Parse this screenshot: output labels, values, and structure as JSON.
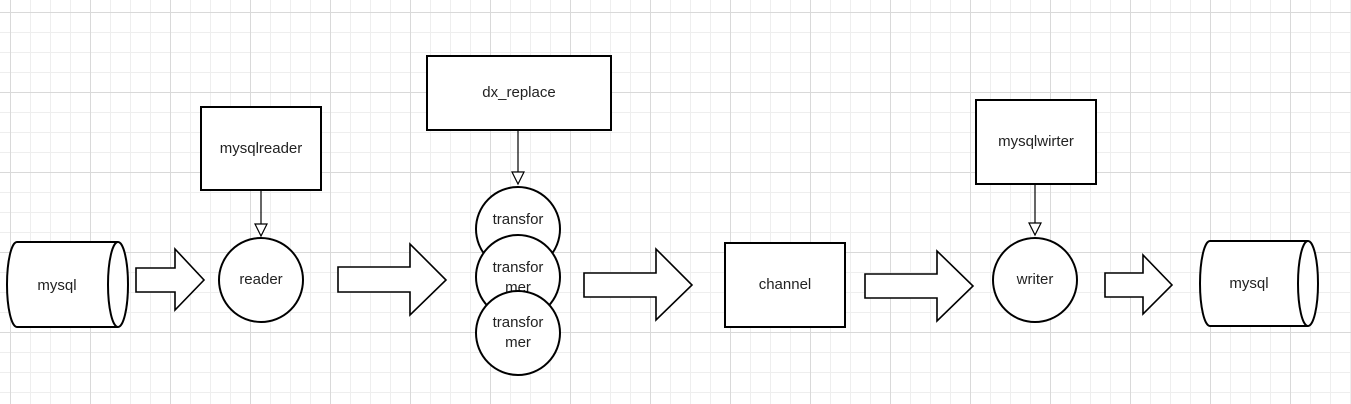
{
  "nodes": {
    "db_source": "mysql",
    "reader": "reader",
    "mysqlreader": "mysqlreader",
    "dx_replace": "dx_replace",
    "transformer_1": "transfor",
    "transformer_2_line1": "transfor",
    "transformer_2_line2": "mer",
    "transformer_3_line1": "transfor",
    "transformer_3_line2": "mer",
    "channel": "channel",
    "mysqlwirter": "mysqlwirter",
    "writer": "writer",
    "db_target": "mysql"
  }
}
